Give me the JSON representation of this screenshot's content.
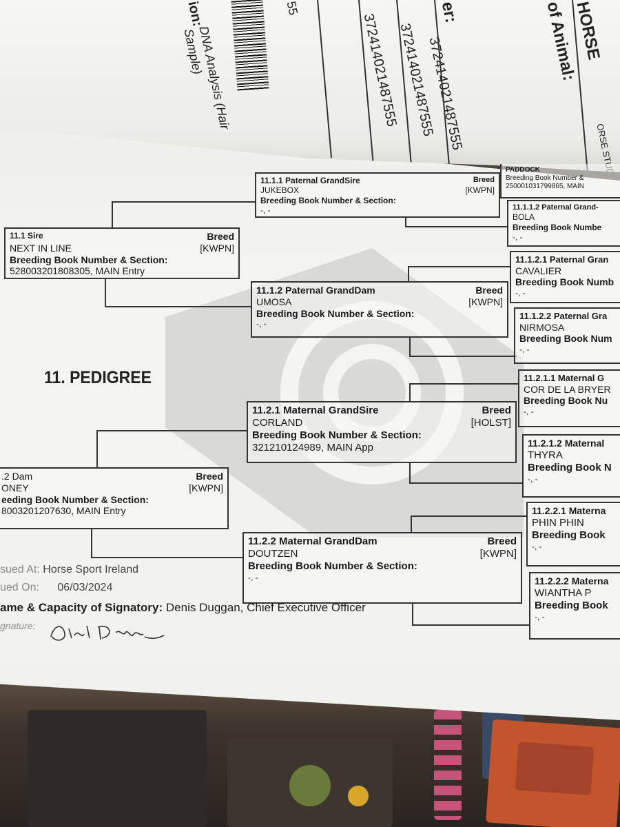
{
  "top_page": {
    "horse_label": "HORSE",
    "animal_label": "of Animal:",
    "owner_label": "er:",
    "owner_number": "372414021487555",
    "col2": "372414021487555",
    "col3": "372414021487555",
    "fragment": "55",
    "identification_label": "ion:",
    "identification_value": "DNA Analysis (Hair",
    "identification_value2": "Sample)",
    "horse_studbook": "ORSE STUDB",
    "paddock_frag": "PADDOCK ",
    "breeding_frag": "Breeding Book Number &",
    "breeding_num_frag": "250001031799865, MAIN"
  },
  "section_title": "11. PEDIGREE",
  "common": {
    "breed_label": "Breed",
    "book_label": "Breeding Book Number & Section:"
  },
  "boxes": {
    "sire": {
      "title": "11.1 Sire",
      "name": "NEXT IN LINE",
      "breed": "[KWPN]",
      "book": "528003201808305, MAIN Entry"
    },
    "dam": {
      "title": ".2 Dam",
      "name": "ONEY",
      "breed": "[KWPN]",
      "book_label": "eeding Book Number & Section:",
      "book": "8003201207630, MAIN Entry"
    },
    "pgs": {
      "title": "11.1.1 Paternal GrandSire",
      "name": "JUKEBOX",
      "breed": "[KWPN]",
      "book": "-, -"
    },
    "pgd": {
      "title": "11.1.2 Paternal GrandDam",
      "name": "UMOSA",
      "breed": "[KWPN]",
      "book": "-, -"
    },
    "mgs": {
      "title": "11.2.1 Maternal GrandSire",
      "name": "CORLAND",
      "breed": "[HOLST]",
      "book": "321210124989, MAIN App"
    },
    "mgd": {
      "title": "11.2.2 Maternal GrandDam",
      "name": "DOUTZEN",
      "breed": "[KWPN]",
      "book": "-, -"
    }
  },
  "right_boxes": [
    {
      "title": "11.1.1.2 Paternal Grand-",
      "name": "BOLA",
      "book": "Breeding Book Numbe",
      "value": "-, -"
    },
    {
      "title": "11.1.2.1 Paternal Gran",
      "name": "CAVALIER",
      "book": "Breeding Book Numb",
      "value": "-, -"
    },
    {
      "title": "11.1.2.2 Paternal Gra",
      "name": "NIRMOSA",
      "book": "Breeding Book Num",
      "value": "-, -"
    },
    {
      "title": "11.2.1.1 Maternal G",
      "name": "COR DE LA BRYER",
      "book": "Breeding Book Nu",
      "value": "-, -"
    },
    {
      "title": "11.2.1.2 Maternal",
      "name": "THYRA",
      "book": "Breeding Book N",
      "value": "-, -"
    },
    {
      "title": "11.2.2.1 Materna",
      "name": "PHIN PHIN",
      "book": "Breeding Book",
      "value": "-, -"
    },
    {
      "title": "11.2.2.2 Materna",
      "name": "WIANTHA P",
      "book": "Breeding Book",
      "value": "-, -"
    }
  ],
  "footer": {
    "issued_label": "sued At:",
    "issued_value": "Horse Sport Ireland",
    "date_label": "ued On:",
    "date_value": "06/03/2024",
    "signatory_label": "ame & Capacity of Signatory:",
    "signatory_value": "Denis Duggan, Chief Executive Officer",
    "signature_label": "gnature:"
  }
}
